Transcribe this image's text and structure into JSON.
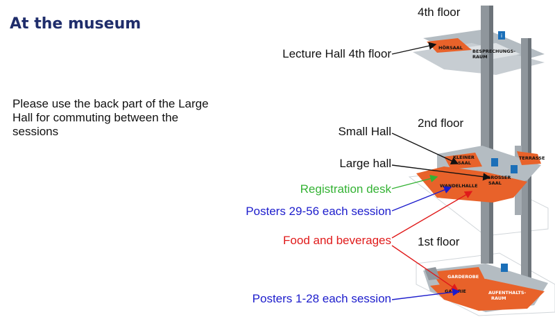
{
  "title": "At the museum",
  "note": "Please use the back part of the Large Hall for commuting between the sessions",
  "floors": {
    "fourth": "4th floor",
    "second": "2nd floor",
    "first": "1st floor"
  },
  "callouts": {
    "lecture_hall": {
      "text": "Lecture Hall 4th floor",
      "color": "#111111"
    },
    "small_hall": {
      "text": "Small Hall",
      "color": "#111111"
    },
    "large_hall": {
      "text": "Large hall",
      "color": "#111111"
    },
    "registration": {
      "text": "Registration desk",
      "color": "#33b233"
    },
    "posters_29_56": {
      "text": "Posters 29-56 each session",
      "color": "#1c1ccc"
    },
    "food": {
      "text": "Food and beverages",
      "color": "#e01a1a"
    },
    "posters_1_28": {
      "text": "Posters 1-28 each session",
      "color": "#1c1ccc"
    }
  },
  "rooms": {
    "horsaal": "HÖRSAAL",
    "besprechungsraum_1": "BESPRECHUNGS-",
    "besprechungsraum_2": "RAUM",
    "kleiner_saal_1": "KLEINER",
    "kleiner_saal_2": "SAAL",
    "terrasse": "TERRASSE",
    "grosser_saal_1": "GROSSER",
    "grosser_saal_2": "SAAL",
    "wandelhalle": "WANDELHALLE",
    "garderobe": "GARDEROBE",
    "galerie": "GALERIE",
    "aufenthaltsraum_1": "AUFENTHALTS-",
    "aufenthaltsraum_2": "RAUM"
  },
  "colors": {
    "title": "#1f2d6b",
    "room_orange": "#e8622a",
    "shaft_grey": "#8f969c",
    "floor_grey": "#b4bcc2"
  }
}
